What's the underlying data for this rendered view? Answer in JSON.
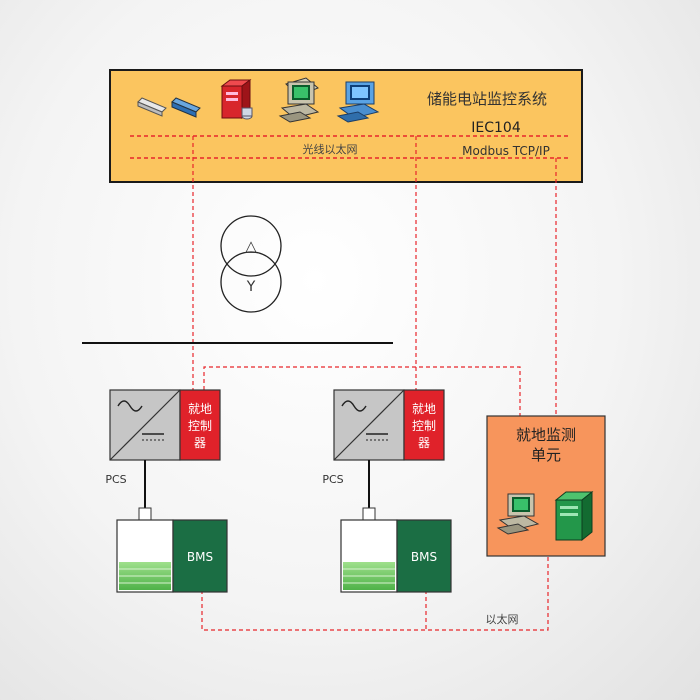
{
  "monitoring_system": {
    "title": "储能电站监控系统",
    "protocol_iec": "IEC104",
    "protocol_modbus": "Modbus TCP/IP",
    "fiber_label": "光线以太网",
    "icons": [
      "switch-icon",
      "router-icon",
      "server-icon",
      "workstation-icon",
      "workstation-blue-icon"
    ]
  },
  "transformer": {
    "top_symbol": "△",
    "bottom_symbol": "Y"
  },
  "pcs_units": [
    {
      "label": "PCS",
      "controller_line1": "就地",
      "controller_line2": "控制",
      "controller_line3": "器",
      "bms_label": "BMS"
    },
    {
      "label": "PCS",
      "controller_line1": "就地",
      "controller_line2": "控制",
      "controller_line3": "器",
      "bms_label": "BMS"
    }
  ],
  "local_monitor": {
    "line1": "就地监测",
    "line2": "单元"
  },
  "ethernet_label": "以太网",
  "colors": {
    "top_box": "#fbc55f",
    "monitor_box": "#f7955c",
    "controller_red": "#e0222a",
    "bms_green": "#1b6e44",
    "dash_red": "#e8262b"
  }
}
